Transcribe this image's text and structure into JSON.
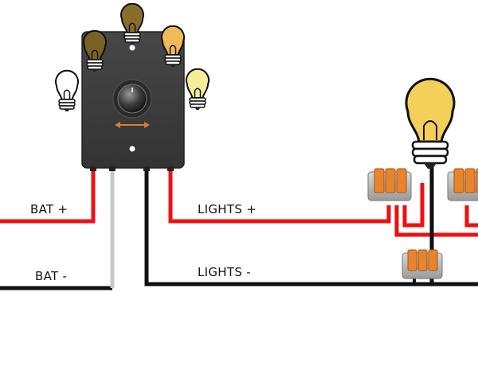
{
  "labels": {
    "bat_plus": "BAT +",
    "bat_minus": "BAT -",
    "lights_plus": "LIGHTS +",
    "lights_minus": "LIGHTS -"
  },
  "colors": {
    "positive_wire": "#ee1111",
    "negative_wire": "#111111",
    "ground_lead": "#c8c8c8",
    "dimmer_body": "#3d3d3d",
    "arrow": "#e07a2e",
    "bulb_lit": "#f4d05a",
    "connector_lever": "#e8842c"
  },
  "icons": {
    "dimmer": "rotary-dimmer-icon",
    "bulb": "light-bulb-icon",
    "connector": "lever-wire-connector-icon"
  }
}
